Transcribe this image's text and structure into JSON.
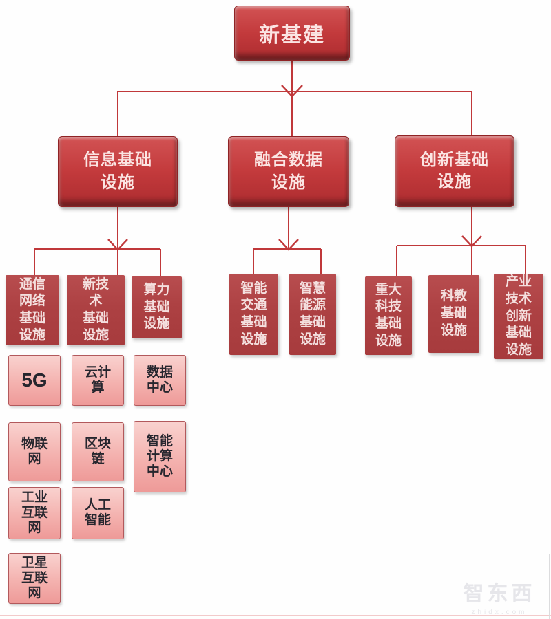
{
  "theme": {
    "connector": "#c0383a",
    "node-text": "#fbe5e3",
    "leaf-text": "#26262e",
    "watermark": "#e4e4e8"
  },
  "org": {
    "root": {
      "label": "新基建"
    },
    "branches": [
      {
        "label": "信息基础\n设施",
        "children": [
          {
            "label": "通信\n网络\n基础\n设施",
            "items": [
              "5G",
              "物联\n网",
              "工业\n互联\n网",
              "卫星\n互联\n网"
            ]
          },
          {
            "label": "新技\n术\n基础\n设施",
            "items": [
              "云计\n算",
              "区块\n链",
              "人工\n智能"
            ]
          },
          {
            "label": "算力\n基础\n设施",
            "items": [
              "数据\n中心",
              "智能\n计算\n中心"
            ]
          }
        ]
      },
      {
        "label": "融合数据\n设施",
        "children": [
          {
            "label": "智能\n交通\n基础\n设施",
            "items": []
          },
          {
            "label": "智慧\n能源\n基础\n设施",
            "items": []
          }
        ]
      },
      {
        "label": "创新基础\n设施",
        "children": [
          {
            "label": "重大\n科技\n基础\n设施",
            "items": []
          },
          {
            "label": "科教\n基础\n设施",
            "items": []
          },
          {
            "label": "产业\n技术\n创新\n基础\n设施",
            "items": []
          }
        ]
      }
    ]
  },
  "watermark": {
    "brand": "智东西",
    "domain": "zhidx.com"
  }
}
